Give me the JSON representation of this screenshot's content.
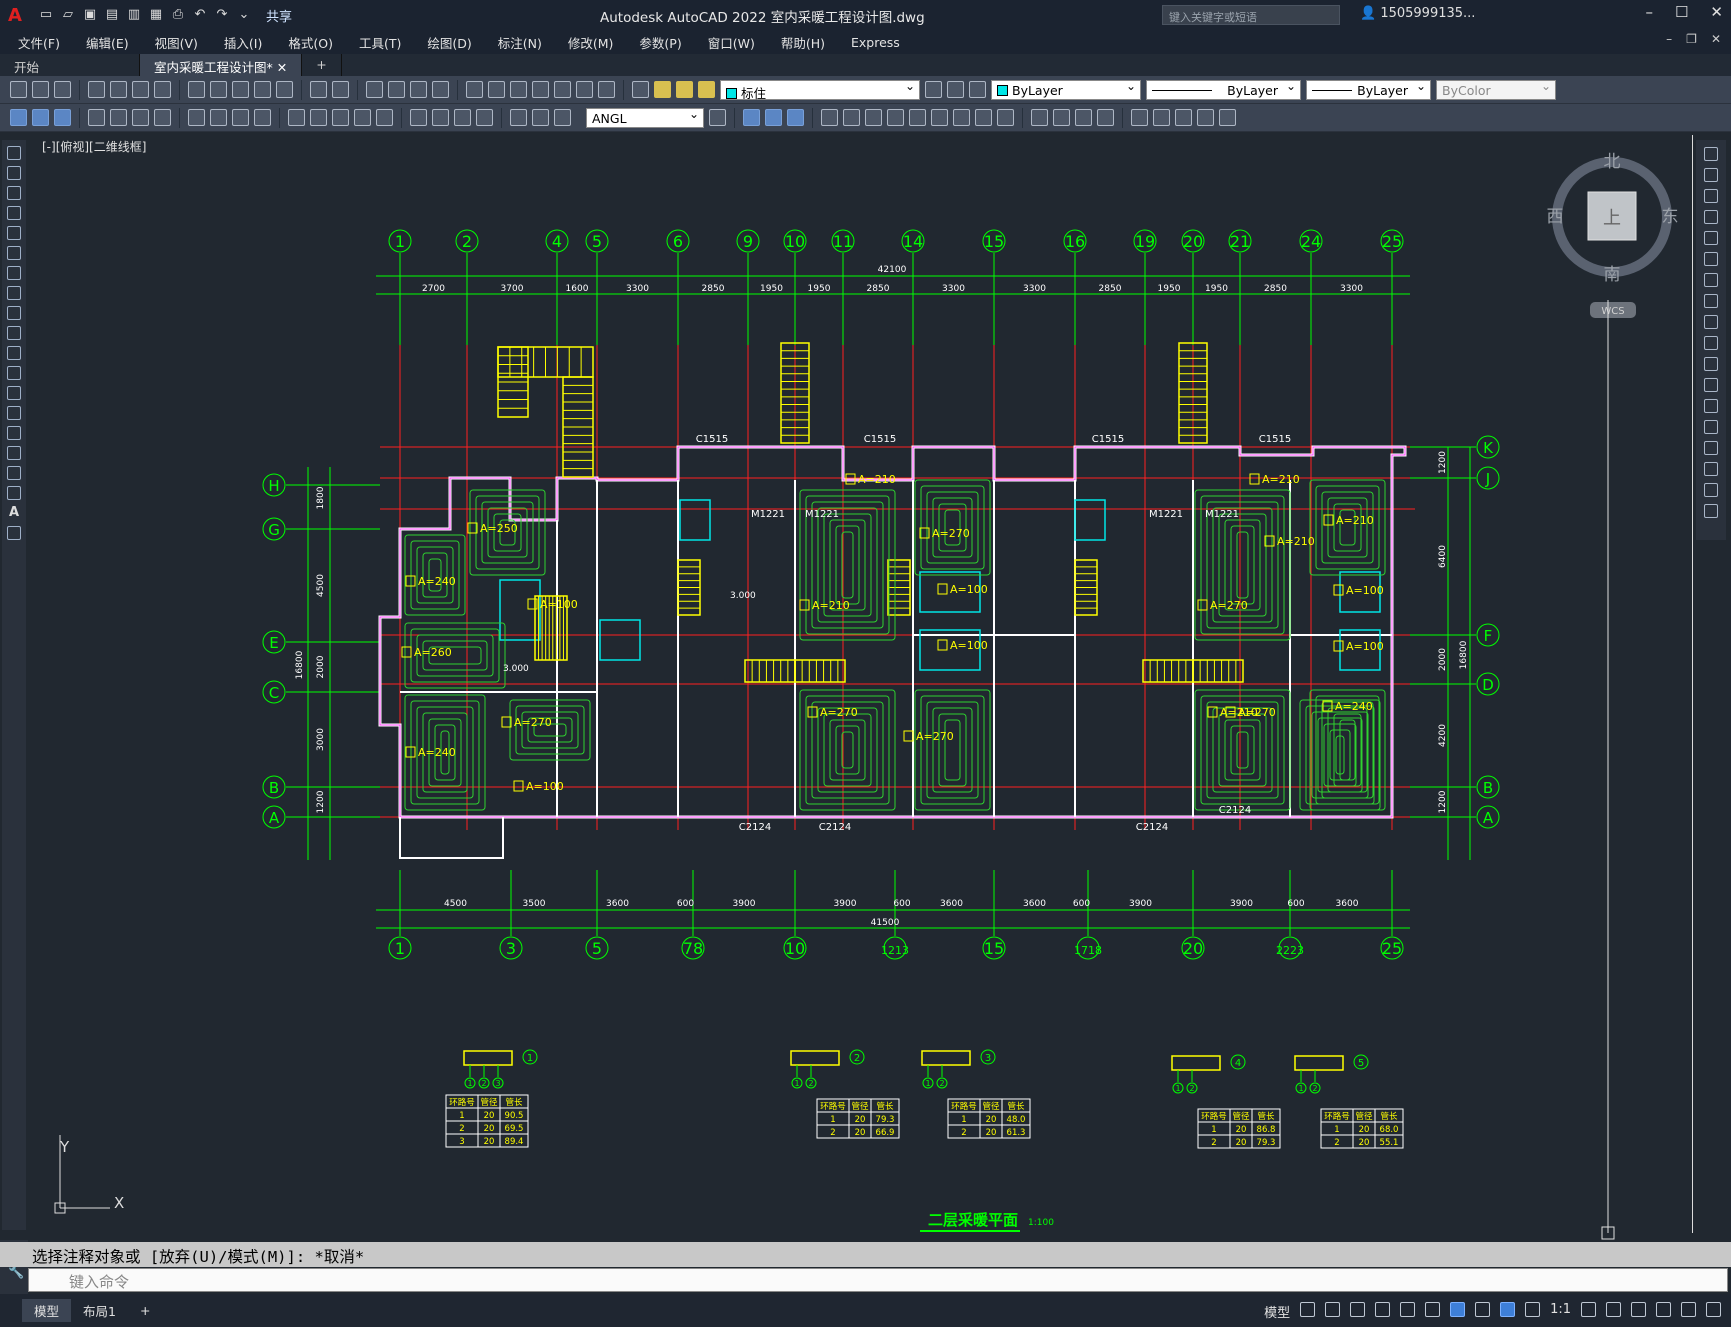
{
  "app": {
    "title": "Autodesk AutoCAD 2022    室内采暖工程设计图.dwg",
    "share": "共享",
    "search_placeholder": "键入关键字或短语",
    "user": "1505999135..."
  },
  "menu": [
    "文件(F)",
    "编辑(E)",
    "视图(V)",
    "插入(I)",
    "格式(O)",
    "工具(T)",
    "绘图(D)",
    "标注(N)",
    "修改(M)",
    "参数(P)",
    "窗口(W)",
    "帮助(H)",
    "Express"
  ],
  "tabs": [
    {
      "label": "开始"
    },
    {
      "label": "室内采暖工程设计图*"
    }
  ],
  "toolbar": {
    "layer": "标住",
    "color": "ByLayer",
    "linetype": "ByLayer",
    "lineweight": "ByLayer",
    "plotstyle": "ByColor",
    "dimstyle": "ANGL"
  },
  "viewport": {
    "label": "[-][俯视][二维线框]"
  },
  "viewcube": {
    "north": "北",
    "south": "南",
    "east": "东",
    "west": "西",
    "face": "上",
    "wcs": "WCS"
  },
  "ucs": {
    "x": "X",
    "y": "Y"
  },
  "drawing": {
    "top_axes": [
      "1",
      "2",
      "4",
      "5",
      "6",
      "9",
      "10",
      "11",
      "14",
      "15",
      "16",
      "19",
      "20",
      "21",
      "24",
      "25"
    ],
    "bottom_axes": [
      "1",
      "3",
      "5",
      "78",
      "10",
      "1213",
      "15",
      "1718",
      "20",
      "2223",
      "25"
    ],
    "left_axes": [
      "H",
      "G",
      "E",
      "C",
      "B",
      "A"
    ],
    "right_axes": [
      "K",
      "J",
      "F",
      "D",
      "B",
      "A"
    ],
    "top_total": "42100",
    "top_dims": [
      "2700",
      "3700",
      "1600",
      "3300",
      "2850",
      "1950",
      "1950",
      "2850",
      "3300",
      "3300",
      "2850",
      "1950",
      "1950",
      "2850",
      "3300"
    ],
    "bottom_total": "41500",
    "bottom_dims": [
      "4500",
      "3500",
      "3600",
      "600",
      "3900",
      "3900",
      "600",
      "3600",
      "3600",
      "600",
      "3900",
      "3900",
      "600",
      "3600"
    ],
    "left_total": "16800",
    "left_dims": [
      "1800",
      "4500",
      "2000",
      "3000",
      "1200"
    ],
    "right_total": "16800",
    "right_dims": [
      "1200",
      "6400",
      "2000",
      "4200",
      "1200"
    ],
    "windows": [
      "C1515",
      "C1515",
      "C1515",
      "C1515",
      "C2124",
      "C2124",
      "C2124",
      "C2124"
    ],
    "doors": [
      "M1221",
      "M1221",
      "M1221",
      "M1221"
    ],
    "zones": [
      "A=250",
      "A=240",
      "A=100",
      "A=260",
      "A=270",
      "A=240",
      "A=100",
      "A=210",
      "A=210",
      "A=270",
      "A=270",
      "A=270",
      "A=100",
      "A=100",
      "A=210",
      "A=210",
      "A=270",
      "A=210",
      "A=210",
      "A=100",
      "A=100",
      "A=240",
      "A=270"
    ],
    "elev": [
      "3.000",
      "3.000"
    ],
    "plan_title": "二层采暖平面",
    "plan_scale": "1:100"
  },
  "tables": [
    {
      "id": "1",
      "header": [
        "环路号",
        "管径",
        "管长"
      ],
      "rows": [
        [
          "1",
          "20",
          "90.5"
        ],
        [
          "2",
          "20",
          "69.5"
        ],
        [
          "3",
          "20",
          "89.4"
        ]
      ]
    },
    {
      "id": "2",
      "header": [
        "环路号",
        "管径",
        "管长"
      ],
      "rows": [
        [
          "1",
          "20",
          "79.3"
        ],
        [
          "2",
          "20",
          "66.9"
        ]
      ]
    },
    {
      "id": "3",
      "header": [
        "环路号",
        "管径",
        "管长"
      ],
      "rows": [
        [
          "1",
          "20",
          "48.0"
        ],
        [
          "2",
          "20",
          "61.3"
        ]
      ]
    },
    {
      "id": "4",
      "header": [
        "环路号",
        "管径",
        "管长"
      ],
      "rows": [
        [
          "1",
          "20",
          "86.8"
        ],
        [
          "2",
          "20",
          "79.3"
        ]
      ]
    },
    {
      "id": "5",
      "header": [
        "环路号",
        "管径",
        "管长"
      ],
      "rows": [
        [
          "1",
          "20",
          "68.0"
        ],
        [
          "2",
          "20",
          "55.1"
        ]
      ]
    }
  ],
  "command": {
    "history": "选择注释对象或 [放弃(U)/模式(M)]: *取消*",
    "placeholder": "键入命令"
  },
  "status": {
    "tabs": [
      "模型",
      "布局1"
    ],
    "model": "模型",
    "scale": "1:1"
  }
}
